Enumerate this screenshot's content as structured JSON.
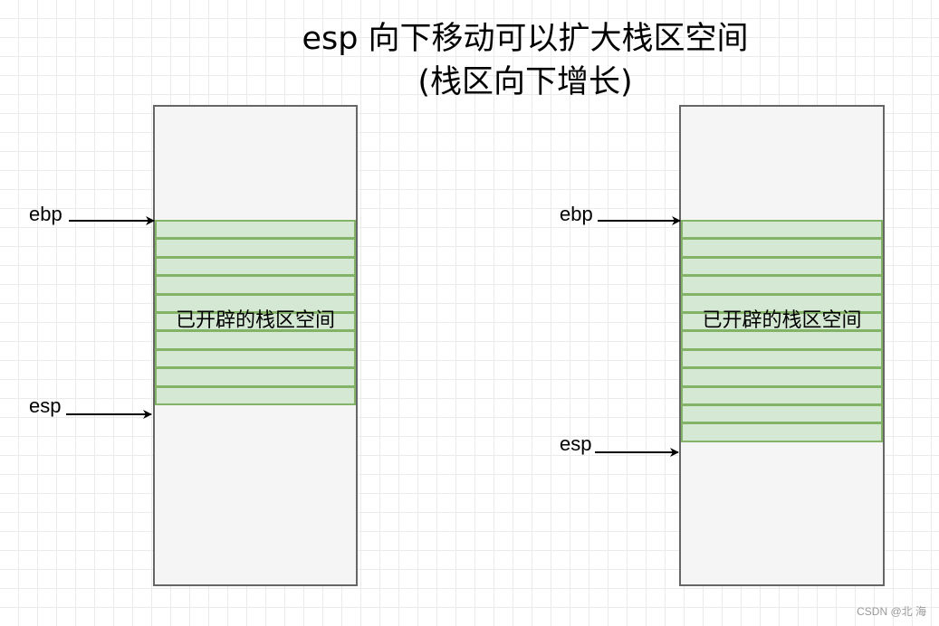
{
  "title": {
    "line1": "esp 向下移动可以扩大栈区空间",
    "line2": "(栈区向下增长)"
  },
  "left_stack": {
    "ebp_label": "ebp",
    "esp_label": "esp",
    "allocated_label": "已开辟的栈区空间",
    "allocated_slots": 10
  },
  "right_stack": {
    "ebp_label": "ebp",
    "esp_label": "esp",
    "allocated_label": "已开辟的栈区空间",
    "allocated_slots": 12
  },
  "colors": {
    "stack_fill": "#f5f5f5",
    "stack_border": "#666666",
    "allocated_fill": "#d5e8d4",
    "allocated_border": "#82b366",
    "arrow": "#000000"
  },
  "watermark": "CSDN @北    海"
}
